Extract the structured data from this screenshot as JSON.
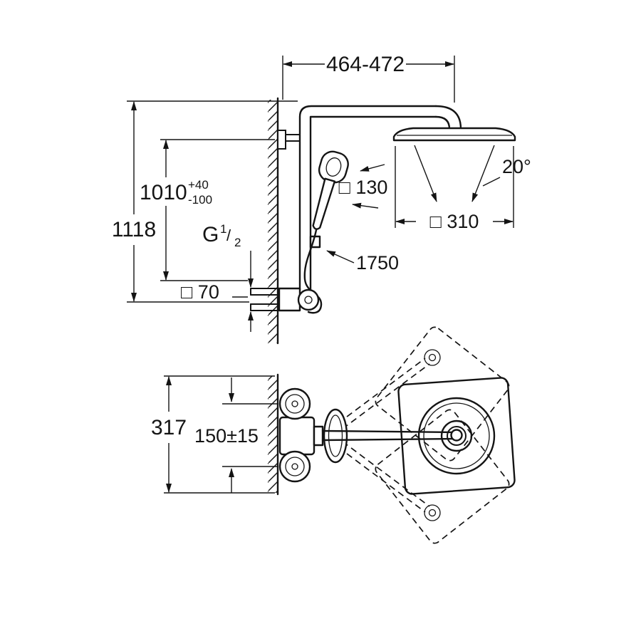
{
  "colors": {
    "line": "#141414",
    "background": "#ffffff"
  },
  "side_view": {
    "width_range": "464-472",
    "total_height": "1118",
    "install_height": "1010",
    "tol_plus": "+40",
    "tol_minus": "-100",
    "thread_g": "G",
    "thread_num": "1",
    "thread_slash": "/",
    "thread_den": "2",
    "escutcheon_size": "□ 70",
    "hand_shower_size": "□ 130",
    "head_shower_size": "□ 310",
    "swivel_angle": "20°",
    "hose_length": "1750"
  },
  "plan_view": {
    "depth": "317",
    "supply_distance": "150±15"
  }
}
